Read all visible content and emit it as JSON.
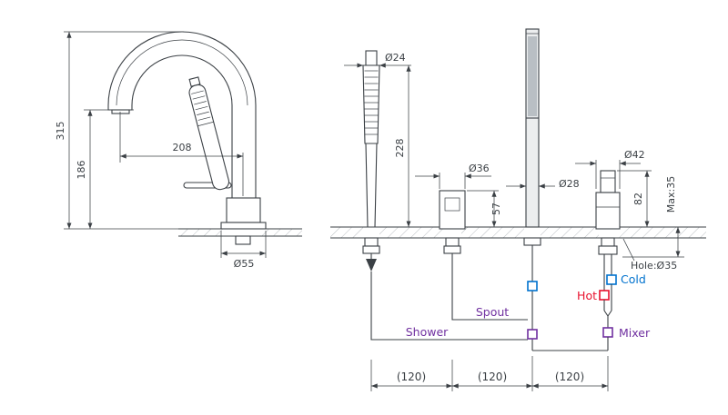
{
  "colors": {
    "line": "#3b4045",
    "accent_purple": "#7030a0",
    "accent_red": "#e8112d",
    "accent_blue": "#0072ce"
  },
  "side_view": {
    "height_total": "315",
    "height_spout": "186",
    "reach": "208",
    "base_diameter": "Ø55"
  },
  "front_view": {
    "shower_diameter": "Ø24",
    "shower_height": "228",
    "holder_diameter": "Ø36",
    "holder_height": "57",
    "spout_diameter": "Ø28",
    "mixer_diameter": "Ø42",
    "mixer_height": "82",
    "max_deck": "Max:35",
    "hole": "Hole:Ø35",
    "port_labels": {
      "shower": "Shower",
      "spout": "Spout",
      "hot": "Hot",
      "cold": "Cold",
      "mixer": "Mixer"
    },
    "hole_spacing": [
      "(120)",
      "(120)",
      "(120)"
    ]
  }
}
